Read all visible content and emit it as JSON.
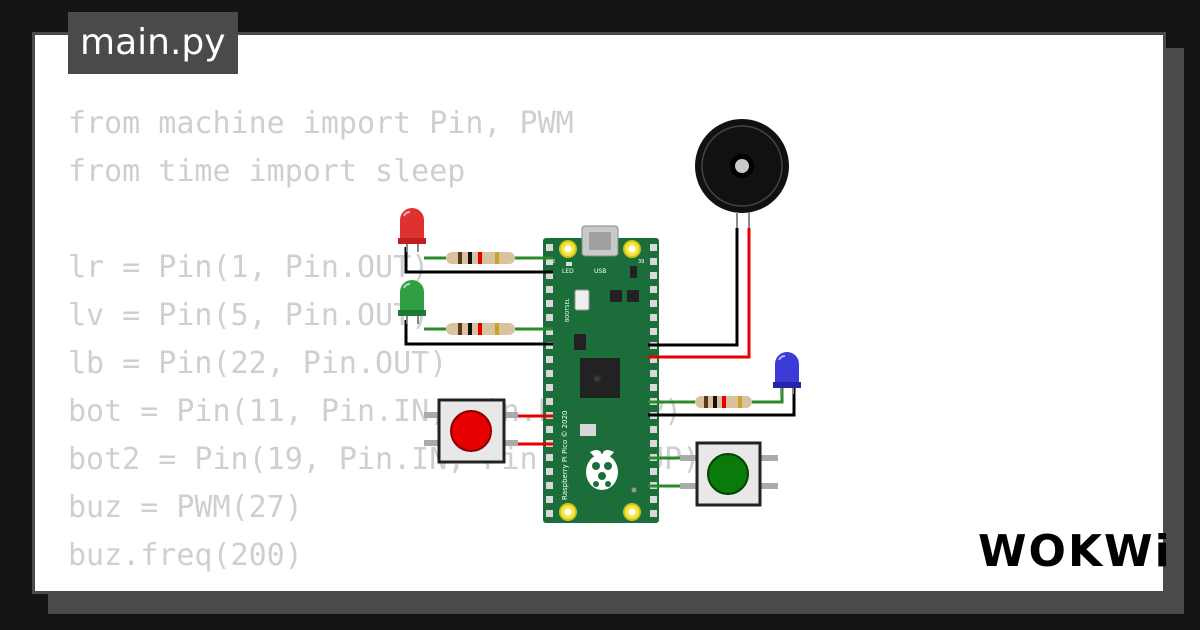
{
  "file_tab": {
    "label": "main.py"
  },
  "code_lines": [
    "from machine import Pin, PWM",
    "from time import sleep",
    "",
    "lr = Pin(1, Pin.OUT)",
    "lv = Pin(5, Pin.OUT)",
    "lb = Pin(22, Pin.OUT)",
    "bot = Pin(11, Pin.IN, Pin.PULL_UP)",
    "bot2 = Pin(19, Pin.IN, Pin.PULL_UP)",
    "buz = PWM(27)",
    "buz.freq(200)"
  ],
  "board": {
    "name": "Raspberry Pi Pico © 2020",
    "labels": {
      "led": "LED",
      "usb": "USB",
      "bootsel": "BOOTSEL",
      "pin_left": "2",
      "pin_right": "39"
    }
  },
  "components": {
    "led_red_color": "#e03131",
    "led_green_color": "#2f9e44",
    "led_blue_color": "#3b3bd8",
    "button_red_color": "#e60000",
    "button_green_color": "#0a7a0a",
    "board_color": "#1b6e3a"
  },
  "brand": {
    "logo": "WOKWi"
  }
}
